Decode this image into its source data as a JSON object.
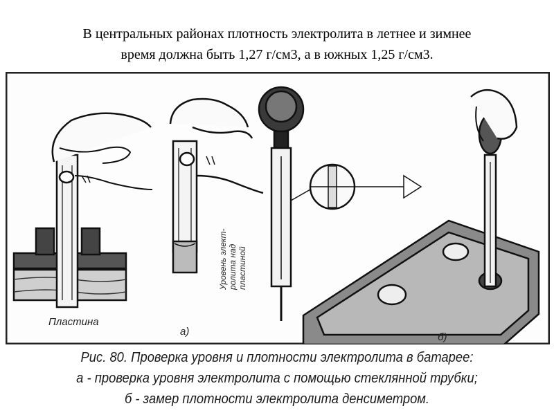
{
  "title_line1": "В центральных районах плотность электролита в летнее и зимнее",
  "title_line2": "время должна быть 1,27 г/см3, а в южных 1,25 г/см3.",
  "figure": {
    "label_plate": "Пластина",
    "label_a": "а)",
    "label_b": "б)",
    "level_label_1": "Уровень элект-",
    "level_label_2": "ролита над",
    "level_label_3": "пластиной"
  },
  "caption": {
    "line1": "Рис. 80. Проверка уровня и плотности электролита в батарее:",
    "line2": "а - проверка уровня электролита с помощью стеклянной трубки;",
    "line3": "б - замер плотности электролита денсиметром."
  }
}
